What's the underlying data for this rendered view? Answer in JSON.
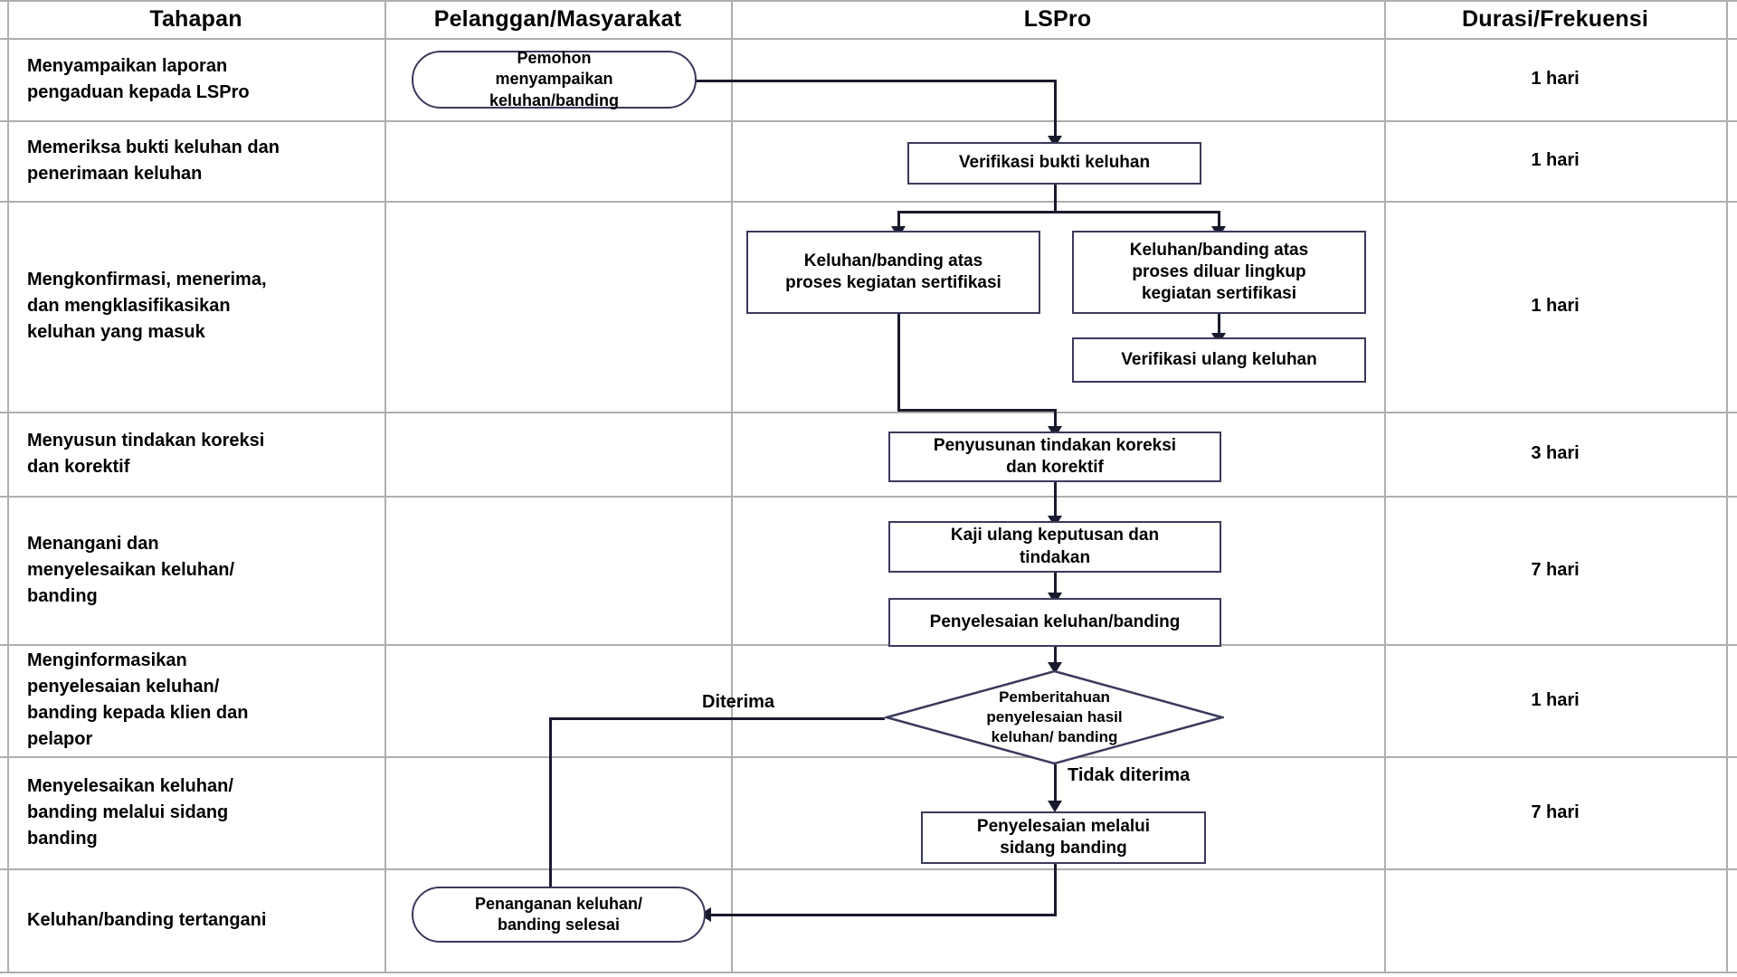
{
  "table": {
    "headers": [
      {
        "label": "Tahapan"
      },
      {
        "label": "Pelanggan/Masyarakat"
      },
      {
        "label": "LSPro"
      },
      {
        "label": "Durasi/Frekuensi"
      }
    ],
    "rows": [
      {
        "stage": "Menyampaikan laporan\npengaduan kepada LSPro",
        "duration": "1 hari"
      },
      {
        "stage": "Memeriksa bukti keluhan dan\npenerimaan keluhan",
        "duration": "1 hari"
      },
      {
        "stage": "Mengkonfirmasi, menerima,\ndan mengklasifikasikan\nkeluhan yang masuk",
        "duration": "1 hari"
      },
      {
        "stage": "Menyusun tindakan koreksi\ndan korektif",
        "duration": "3 hari"
      },
      {
        "stage": "Menangani dan\nmenyelesaikan keluhan/\nbanding",
        "duration": "7 hari"
      },
      {
        "stage": "Menginformasikan\npenyelesaian keluhan/\nbanding kepada klien dan\npelapor",
        "duration": "1 hari"
      },
      {
        "stage": "Menyelesaikan keluhan/\nbanding melalui sidang\nbanding",
        "duration": "7 hari"
      },
      {
        "stage": "Keluhan/banding tertangani",
        "duration": ""
      }
    ]
  },
  "flowchart": {
    "nodes": [
      {
        "id": "start",
        "shape": "terminator",
        "label": "Pemohon\nmenyampaikan\nkeluhan/banding"
      },
      {
        "id": "verifikasi-bukti",
        "shape": "process",
        "label": "Verifikasi bukti keluhan"
      },
      {
        "id": "dalam-lingkup",
        "shape": "process",
        "label": "Keluhan/banding atas\nproses kegiatan sertifikasi"
      },
      {
        "id": "luar-lingkup",
        "shape": "process",
        "label": "Keluhan/banding atas\nproses diluar lingkup\nkegiatan sertifikasi"
      },
      {
        "id": "verifikasi-ulang",
        "shape": "process",
        "label": "Verifikasi ulang keluhan"
      },
      {
        "id": "penyusunan",
        "shape": "process",
        "label": "Penyusunan tindakan koreksi\ndan korektif"
      },
      {
        "id": "kaji-ulang",
        "shape": "process",
        "label": "Kaji ulang keputusan dan\ntindakan"
      },
      {
        "id": "penyelesaian",
        "shape": "process",
        "label": "Penyelesaian keluhan/banding"
      },
      {
        "id": "pemberitahuan",
        "shape": "decision",
        "label": "Pemberitahuan\npenyelesaian hasil\nkeluhan/ banding"
      },
      {
        "id": "sidang-banding",
        "shape": "process",
        "label": "Penyelesaian melalui\nsidang banding"
      },
      {
        "id": "selesai",
        "shape": "terminator",
        "label": "Penanganan keluhan/\nbanding selesai"
      }
    ],
    "edge_labels": [
      {
        "id": "diterima",
        "label": "Diterima"
      },
      {
        "id": "tidak-diterima",
        "label": "Tidak diterima"
      }
    ]
  },
  "colors": {
    "node_border": "#3a3a5c",
    "connector": "#1a1a2e",
    "grid": "#aeaeae",
    "background": "#ffffff",
    "text": "#000000"
  }
}
